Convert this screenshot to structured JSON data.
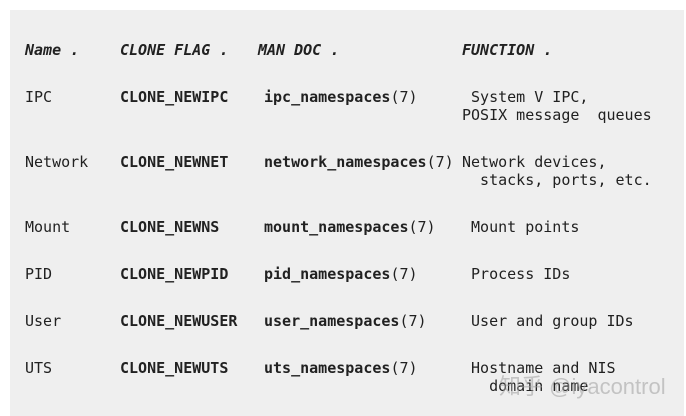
{
  "page": {
    "background": "#ffffff",
    "panel_background": "#efefef",
    "text_color": "#212121",
    "watermark_color": "#9e9e9e"
  },
  "table": {
    "headers": {
      "name": "Name .",
      "clone_flag": "CLONE FLAG .",
      "man_doc": "MAN DOC .",
      "function": "FUNCTION ."
    },
    "rows": [
      {
        "name": "IPC",
        "clone_flag": "CLONE_NEWIPC",
        "man": "ipc_namespaces",
        "ref": "(7)",
        "function": " System V IPC,\nPOSIX message  queues"
      },
      {
        "name": "Network",
        "clone_flag": "CLONE_NEWNET",
        "man": "network_namespaces",
        "ref": "(7)",
        "function": "Network devices,\n  stacks, ports, etc."
      },
      {
        "name": "Mount",
        "clone_flag": "CLONE_NEWNS",
        "man": "mount_namespaces",
        "ref": "(7)",
        "function": " Mount points"
      },
      {
        "name": "PID",
        "clone_flag": "CLONE_NEWPID",
        "man": "pid_namespaces",
        "ref": "(7)",
        "function": " Process IDs"
      },
      {
        "name": "User",
        "clone_flag": "CLONE_NEWUSER",
        "man": "user_namespaces",
        "ref": "(7)",
        "function": " User and group IDs"
      },
      {
        "name": "UTS",
        "clone_flag": "CLONE_NEWUTS",
        "man": "uts_namespaces",
        "ref": "(7)",
        "function": " Hostname and NIS\n   domain name"
      }
    ]
  },
  "watermark": {
    "text": "知乎 @iyacontrol"
  }
}
